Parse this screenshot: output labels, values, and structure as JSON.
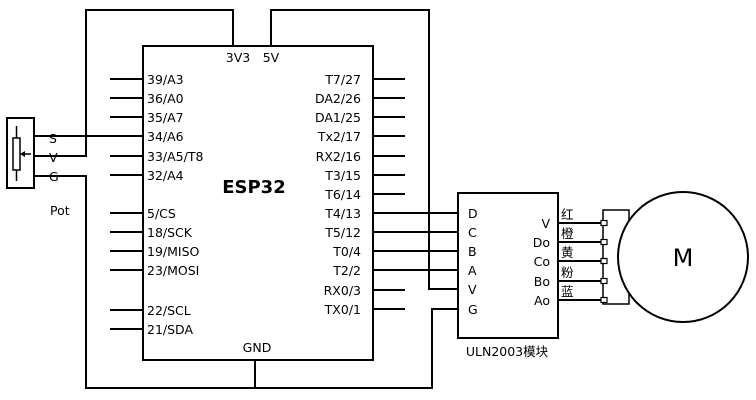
{
  "esp32": {
    "name": "ESP32",
    "top_pins": [
      "3V3",
      "5V"
    ],
    "bottom_pin": "GND",
    "left_pins": [
      "39/A3",
      "36/A0",
      "35/A7",
      "34/A6",
      "33/A5/T8",
      "32/A4",
      "5/CS",
      "18/SCK",
      "19/MISO",
      "23/MOSI",
      "22/SCL",
      "21/SDA"
    ],
    "right_pins": [
      "T7/27",
      "DA2/26",
      "DA1/25",
      "Tx2/17",
      "RX2/16",
      "T3/15",
      "T6/14",
      "T4/13",
      "T5/12",
      "T0/4",
      "T2/2",
      "RX0/3",
      "TX0/1"
    ]
  },
  "pot": {
    "name": "Pot",
    "pins": [
      "S",
      "V",
      "G"
    ]
  },
  "uln2003": {
    "name": "ULN2003模块",
    "inputs": [
      "D",
      "C",
      "B",
      "A",
      "V",
      "G"
    ],
    "outputs": [
      "V",
      "Do",
      "Co",
      "Bo",
      "Ao"
    ]
  },
  "wire_colors": [
    "红",
    "橙",
    "黄",
    "粉",
    "蓝"
  ],
  "motor": {
    "label": "M"
  }
}
